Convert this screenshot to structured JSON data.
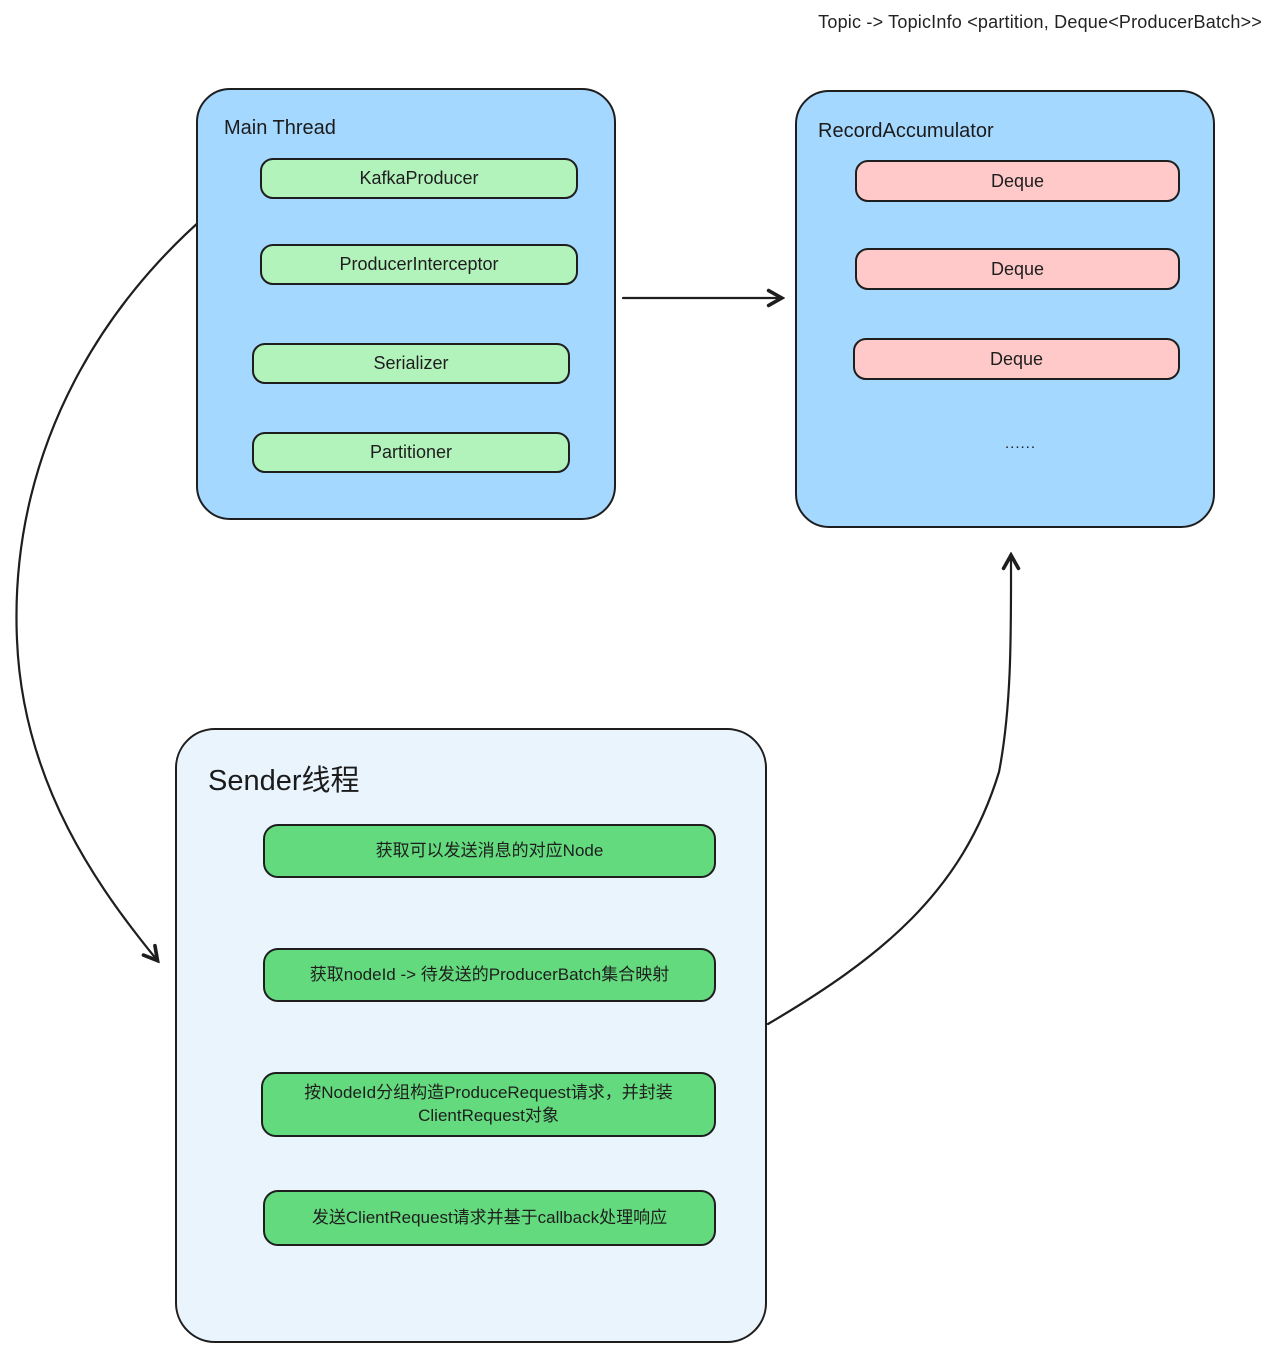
{
  "annotation": {
    "topic_mapping": "Topic -> TopicInfo <partition, Deque<ProducerBatch>>"
  },
  "colors": {
    "container_blue": "#a5d8ff",
    "container_light_blue": "#e9f4fd",
    "node_light_green": "#b2f2bb",
    "node_green": "#63da7d",
    "node_pink": "#ffc9c9",
    "stroke": "#1e1e1e",
    "bg": "#ffffff"
  },
  "main_thread": {
    "title": "Main Thread",
    "nodes": [
      "KafkaProducer",
      "ProducerInterceptor",
      "Serializer",
      "Partitioner"
    ]
  },
  "record_accumulator": {
    "title": "RecordAccumulator",
    "deques": [
      "Deque",
      "Deque",
      "Deque"
    ],
    "ellipsis": "......"
  },
  "sender": {
    "title": "Sender线程",
    "steps": [
      "获取可以发送消息的对应Node",
      "获取nodeId -> 待发送的ProducerBatch集合映射",
      "按NodeId分组构造ProduceRequest请求，并封装ClientRequest对象",
      "发送ClientRequest请求并基于callback处理响应"
    ]
  }
}
